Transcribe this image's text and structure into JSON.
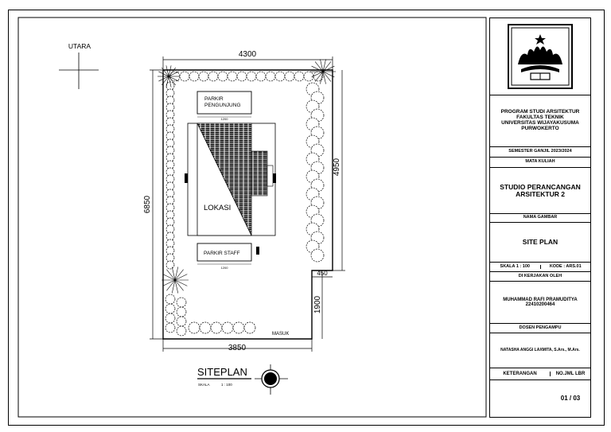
{
  "compass": {
    "label": "UTARA"
  },
  "dimensions": {
    "top_width": "4300",
    "left_height": "6850",
    "right_height": "4950",
    "bottom_width": "3850",
    "entrance_width": "450",
    "entrance_depth": "1900",
    "parkir_pengunjung_width": "1200",
    "parkir_staff_width": "1200"
  },
  "labels": {
    "parkir_pengunjung": [
      "PARKIR",
      "PENGUNJUNG"
    ],
    "lokasi": "LOKASI",
    "parkir_staff": "PARKIR STAFF",
    "masuk": "MASUK"
  },
  "plan_title": {
    "title": "SITEPLAN",
    "scale_label": "SKALA",
    "scale_value": "1 : 100"
  },
  "title_block": {
    "institution": [
      "PROGRAM STUDI ARSITEKTUR",
      "FAKULTAS TEKNIK",
      "UNIVERSITAS WIJAYAKUSUMA",
      "PURWOKERTO"
    ],
    "semester": "SEMESTER GANJIL 2023/2024",
    "course_header": "MATA KULIAH",
    "course_name": [
      "STUDIO PERANCANGAN",
      "ARSITEKTUR 2"
    ],
    "drawing_header": "NAMA GAMBAR",
    "drawing_name": "SITE PLAN",
    "scale": "SKALA 1 : 100",
    "code": "KODE : ARS.01",
    "author_header": "DI KERJAKAN OLEH",
    "author": [
      "MUHAMMAD RAFI PRAMUDITYA",
      "22410200464"
    ],
    "lecturer_header": "DOSEN PENGAMPU",
    "lecturer": "NATASHA ANGGI LAXMITA, S.Ars., M.Ars.",
    "notes_header": "KETERANGAN",
    "sheet_header": "NO.JML LBR",
    "sheet_number": "01 / 03"
  },
  "colors": {
    "ink": "#000000",
    "paper": "#ffffff"
  }
}
